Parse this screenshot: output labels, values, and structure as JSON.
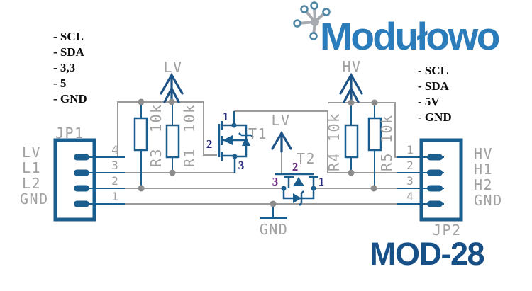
{
  "header": {
    "logo_text": "Modułowo",
    "product_code": "MOD-28",
    "left_list": [
      "- SCL",
      "- SDA",
      "- 3,3",
      "- 5",
      "- GND"
    ],
    "right_list": [
      "- SCL",
      "- SDA",
      "- 5V",
      "- GND"
    ]
  },
  "schematic": {
    "jp1": {
      "ref": "JP1",
      "pin_numbers": [
        "4",
        "3",
        "2",
        "1"
      ],
      "pin_labels": [
        "LV",
        "L1",
        "L2",
        "GND"
      ]
    },
    "jp2": {
      "ref": "JP2",
      "pin_numbers": [
        "1",
        "2",
        "3",
        "4"
      ],
      "pin_labels": [
        "HV",
        "H1",
        "H2",
        "GND"
      ]
    },
    "r3": {
      "ref": "R3",
      "value": "10k"
    },
    "r1": {
      "ref": "R1",
      "value": "10k"
    },
    "r4": {
      "ref": "R4",
      "value": "10k"
    },
    "r5": {
      "ref": "R5",
      "value": "10k"
    },
    "t1": {
      "ref": "T1",
      "pin1": "1",
      "pin2": "2",
      "pin3": "3"
    },
    "t2": {
      "ref": "T2",
      "pin1": "1",
      "pin2": "2",
      "pin3": "3"
    },
    "supplies": {
      "lv_left": "LV",
      "lv_mid": "LV",
      "hv": "HV",
      "gnd": "GND"
    }
  },
  "colors": {
    "component_blue": "#1a5d8f",
    "wire_gray": "#9b9b9b",
    "label_gray": "#a1a1a1",
    "logo_blue": "#2b7cba",
    "product_blue": "#174f87",
    "pin_number_navy": "#27297d",
    "pin_number_purple": "#6f2d88",
    "text_black": "#0c0c0c"
  }
}
